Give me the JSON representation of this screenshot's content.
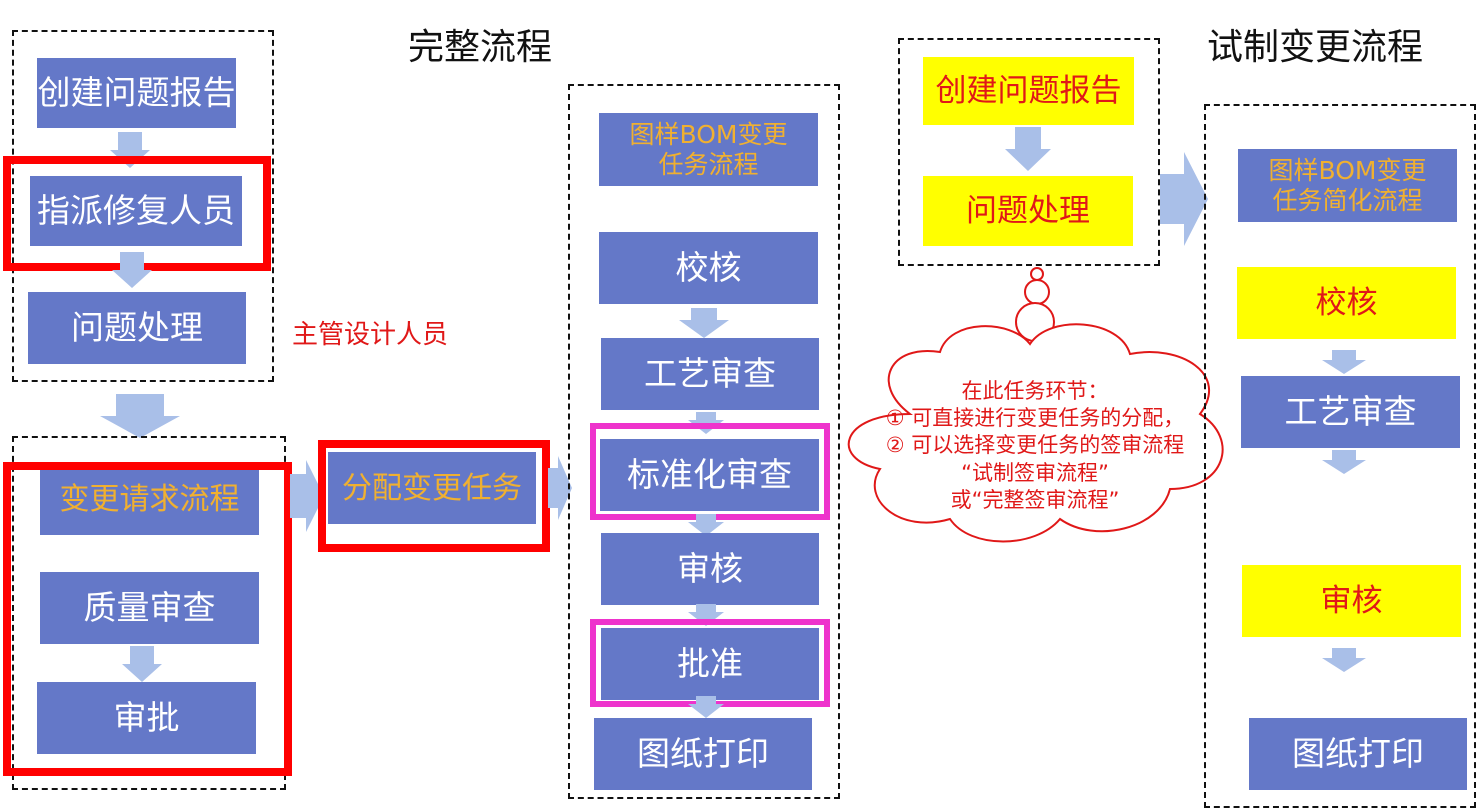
{
  "titles": {
    "full_process": "完整流程",
    "trial_change": "试制变更流程"
  },
  "left_group": {
    "create_report": "创建问题报告",
    "assign_repair": "指派修复人员",
    "handle_issue": "问题处理"
  },
  "role_label": "主管设计人员",
  "change_request": {
    "title": "变更请求流程",
    "quality_review": "质量审查",
    "approval": "审批"
  },
  "assign_task": "分配变更任务",
  "bom_flow": {
    "title": "图样BOM变更\n任务流程",
    "check": "校核",
    "process_review": "工艺审查",
    "standard_review": "标准化审查",
    "audit": "审核",
    "approve": "批准",
    "print": "图纸打印"
  },
  "trial_group": {
    "create_report": "创建问题报告",
    "handle_issue": "问题处理"
  },
  "bubble": {
    "line1": "在此任务环节：",
    "line2": "① 可直接进行变更任务的分配，",
    "line3": "② 可以选择变更任务的签审流程",
    "line4": "“试制签审流程”",
    "line5": "或“完整签审流程”"
  },
  "simplified_flow": {
    "title": "图样BOM变更\n任务简化流程",
    "check": "校核",
    "process_review": "工艺审查",
    "audit": "审核",
    "print": "图纸打印"
  },
  "colors": {
    "box_blue": "#6478c8",
    "arrow_blue": "#a9bfe8",
    "highlight_red": "#ff0000",
    "highlight_pink": "#ee33cc",
    "yellow": "#ffff00",
    "orange_text": "#f0b030"
  }
}
